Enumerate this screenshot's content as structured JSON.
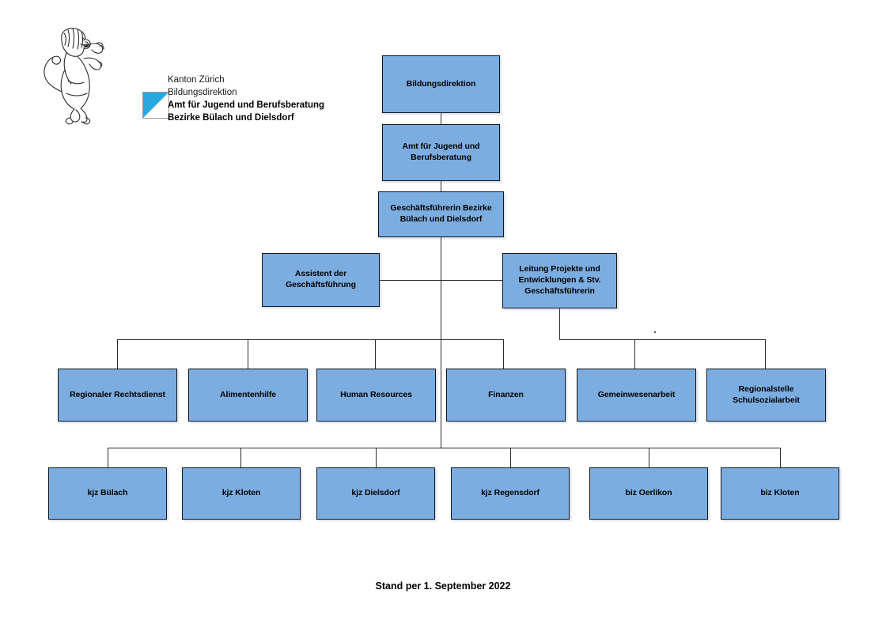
{
  "document": {
    "type": "organizational-chart",
    "footer_note": "Stand per 1. September 2022"
  },
  "header": {
    "logo_icon": "zurich-lion-coat-of-arms",
    "mark_icon": "kanton-zuerich-diagonal-square-logo",
    "mark_color": "#29A7DF",
    "lines": [
      {
        "text": "Kanton Zürich",
        "bold": false
      },
      {
        "text": "Bildungsdirektion",
        "bold": false
      },
      {
        "text": "Amt für Jugend und Berufsberatung",
        "bold": true
      },
      {
        "text": "Bezirke Bülach und Dielsdorf",
        "bold": true
      }
    ]
  },
  "chart": {
    "node_fill": "#7CADE0",
    "node_border": "#10151B",
    "line_color": "#2B2B2B",
    "levels": {
      "level1": [
        {
          "id": "bildungsdirektion",
          "label": "Bildungsdirektion"
        }
      ],
      "level2": [
        {
          "id": "amt-jugend-berufsberatung",
          "label": "Amt für Jugend und Berufsberatung"
        }
      ],
      "level3": [
        {
          "id": "geschaeftsfuehrerin",
          "label": "Geschäftsführerin Bezirke Bülach und Dielsdorf"
        }
      ],
      "level4": [
        {
          "id": "assistent-geschaeftsfuehrung",
          "label": "Assistent der Geschäftsführung"
        },
        {
          "id": "leitung-projekte-entwicklungen",
          "label": "Leitung Projekte und Entwicklungen & Stv. Geschäftsführerin"
        }
      ],
      "level5": [
        {
          "id": "regionaler-rechtsdienst",
          "label": "Regionaler Rechtsdienst"
        },
        {
          "id": "alimentenhilfe",
          "label": "Alimentenhilfe"
        },
        {
          "id": "human-resources",
          "label": "Human Resources"
        },
        {
          "id": "finanzen",
          "label": "Finanzen"
        },
        {
          "id": "gemeinwesenarbeit",
          "label": "Gemeinwesenarbeit"
        },
        {
          "id": "regionalstelle-schulsozialarbeit",
          "label": "Regionalstelle Schulsozialarbeit"
        }
      ],
      "level6": [
        {
          "id": "kjz-buelach",
          "label": "kjz Bülach"
        },
        {
          "id": "kjz-kloten",
          "label": "kjz Kloten"
        },
        {
          "id": "kjz-dielsdorf",
          "label": "kjz Dielsdorf"
        },
        {
          "id": "kjz-regensdorf",
          "label": "kjz Regensdorf"
        },
        {
          "id": "biz-oerlikon",
          "label": "biz Oerlikon"
        },
        {
          "id": "biz-kloten",
          "label": "biz Kloten"
        }
      ]
    }
  }
}
